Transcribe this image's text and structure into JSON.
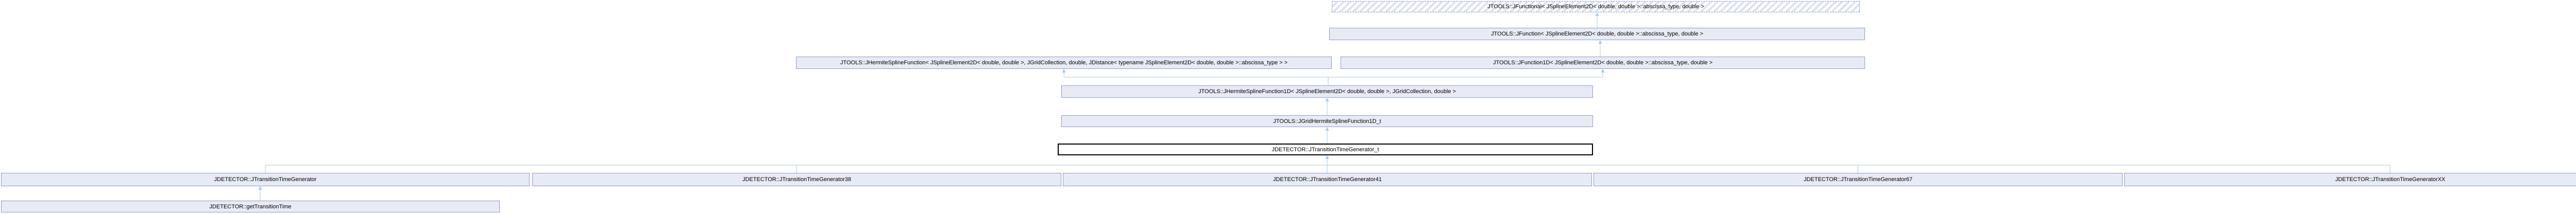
{
  "diagram": {
    "type": "inheritance-graph",
    "colors": {
      "background": "#ffffff",
      "node_fill": "#e8ebf5",
      "node_border": "#8b9dc9",
      "external_node_border": "#8496c8",
      "external_node_hatch": "#dce1f1",
      "main_node_border": "#000000",
      "main_node_fill": "#ffffff",
      "edge": "#a6cbe8",
      "text": "#000000"
    },
    "nodes": {
      "jfunctional": {
        "label": "JTOOLS::JFunctional< JSplineElement2D< double, double >::abscissa_type, double >"
      },
      "jfunction": {
        "label": "JTOOLS::JFunction< JSplineElement2D< double, double >::abscissa_type, double >"
      },
      "jhermitesplinefunction": {
        "label": "JTOOLS::JHermiteSplineFunction< JSplineElement2D< double, double >, JGridCollection, double, JDistance< typename JSplineElement2D< double, double >::abscissa_type > >"
      },
      "jfunction1d": {
        "label": "JTOOLS::JFunction1D< JSplineElement2D< double, double >::abscissa_type, double >"
      },
      "jhermitesplinefunction1d": {
        "label": "JTOOLS::JHermiteSplineFunction1D< JSplineElement2D< double, double >, JGridCollection, double >"
      },
      "jgridhermitesplinefunction1d_t": {
        "label": "JTOOLS::JGridHermiteSplineFunction1D_t"
      },
      "jtransitiontimegenerator_t": {
        "label": "JDETECTOR::JTransitionTimeGenerator_t"
      },
      "jtransitiontimegenerator": {
        "label": "JDETECTOR::JTransitionTimeGenerator"
      },
      "jtransitiontimegenerator38": {
        "label": "JDETECTOR::JTransitionTimeGenerator38"
      },
      "jtransitiontimegenerator41": {
        "label": "JDETECTOR::JTransitionTimeGenerator41"
      },
      "jtransitiontimegenerator67": {
        "label": "JDETECTOR::JTransitionTimeGenerator67"
      },
      "jtransitiontimegeneratorxx": {
        "label": "JDETECTOR::JTransitionTimeGeneratorXX"
      },
      "gettransitiontime": {
        "label": "JDETECTOR::getTransitionTime"
      }
    },
    "edges": [
      {
        "from": "jfunction",
        "to": "jfunctional"
      },
      {
        "from": "jfunction1d",
        "to": "jfunction"
      },
      {
        "from": "jhermitesplinefunction1d",
        "to": "jhermitesplinefunction"
      },
      {
        "from": "jhermitesplinefunction1d",
        "to": "jfunction1d"
      },
      {
        "from": "jgridhermitesplinefunction1d_t",
        "to": "jhermitesplinefunction1d"
      },
      {
        "from": "jtransitiontimegenerator_t",
        "to": "jgridhermitesplinefunction1d_t"
      },
      {
        "from": "jtransitiontimegenerator",
        "to": "jtransitiontimegenerator_t"
      },
      {
        "from": "jtransitiontimegenerator38",
        "to": "jtransitiontimegenerator_t"
      },
      {
        "from": "jtransitiontimegenerator41",
        "to": "jtransitiontimegenerator_t"
      },
      {
        "from": "jtransitiontimegenerator67",
        "to": "jtransitiontimegenerator_t"
      },
      {
        "from": "jtransitiontimegeneratorxx",
        "to": "jtransitiontimegenerator_t"
      },
      {
        "from": "gettransitiontime",
        "to": "jtransitiontimegenerator"
      }
    ]
  }
}
